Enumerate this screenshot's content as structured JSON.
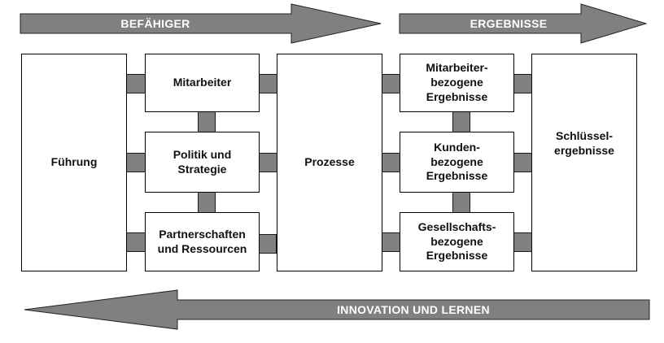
{
  "arrows": {
    "enablers": "BEFÄHIGER",
    "results": "ERGEBNISSE",
    "innovation": "INNOVATION UND LERNEN"
  },
  "boxes": {
    "leadership": "Führung",
    "people": "Mitarbeiter",
    "policy": "Politik und\nStrategie",
    "partnerships": "Partnerschaften\nund Ressourcen",
    "processes": "Prozesse",
    "people_results": "Mitarbeiter-\nbezogene\nErgebnisse",
    "customer_results": "Kunden-\nbezogene\nErgebnisse",
    "society_results": "Gesellschafts-\nbezogene\nErgebnisse",
    "key_results": "Schlüssel-\nergebnisse"
  },
  "colors": {
    "arrow_fill": "#808080",
    "connector_fill": "#808080",
    "box_border": "#000000"
  }
}
